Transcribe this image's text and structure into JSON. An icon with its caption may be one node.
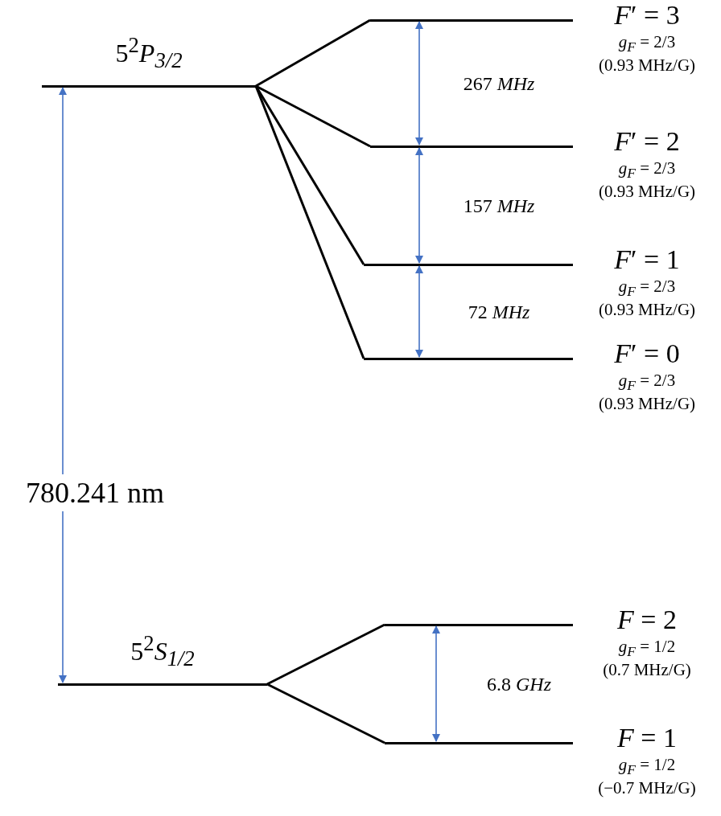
{
  "diagram": {
    "nodes": [
      {
        "text": [
          "5$^{2}$*P*$_{3/2}$"
        ]
      },
      {
        "text": [
          "*F*′ = 3",
          "*g*$_{F}$ = 2/3",
          "(0.93 MHz/G)"
        ]
      },
      {
        "text": [
          "*F*′ = 2",
          "*g*$_{F}$ = 2/3",
          "(0.93 MHz/G)"
        ]
      },
      {
        "text": [
          "*F*′ = 1",
          "*g*$_{F}$ = 2/3",
          "(0.93 MHz/G)"
        ]
      },
      {
        "text": [
          "*F*′ = 0",
          "*g*$_{F}$ = 2/3",
          "(0.93 MHz/G)"
        ]
      },
      {
        "text": [
          "5$^{2}$*S*$_{1/2}$"
        ]
      },
      {
        "text": [
          "*F* = 2",
          "*g*$_{F}$ = 1/2",
          "(0.7 MHz/G)"
        ]
      },
      {
        "text": [
          "*F* = 1",
          "*g*$_{F}$ = 1/2",
          "(−0.7 MHz/G)"
        ]
      }
    ],
    "edges": [
      {
        "from": 0,
        "to": 1,
        "arrow": "none"
      },
      {
        "from": 0,
        "to": 2,
        "arrow": "none"
      },
      {
        "from": 0,
        "to": 3,
        "arrow": "none"
      },
      {
        "from": 0,
        "to": 4,
        "arrow": "none"
      },
      {
        "from": 5,
        "to": 6,
        "arrow": "none"
      },
      {
        "from": 5,
        "to": 7,
        "arrow": "none"
      },
      {
        "from": 0,
        "to": 5,
        "arrow": "both",
        "label": "780.241 nm",
        "color": "#4472c4"
      },
      {
        "from": 1,
        "to": 2,
        "arrow": "both",
        "label": "267 *MHz*",
        "color": "#4472c4"
      },
      {
        "from": 2,
        "to": 3,
        "arrow": "both",
        "label": "157 *MHz*",
        "color": "#4472c4"
      },
      {
        "from": 3,
        "to": 4,
        "arrow": "both",
        "label": "72 *MHz*",
        "color": "#4472c4"
      },
      {
        "from": 6,
        "to": 7,
        "arrow": "both",
        "label": "6.8 *GHz*",
        "color": "#4472c4"
      }
    ]
  }
}
